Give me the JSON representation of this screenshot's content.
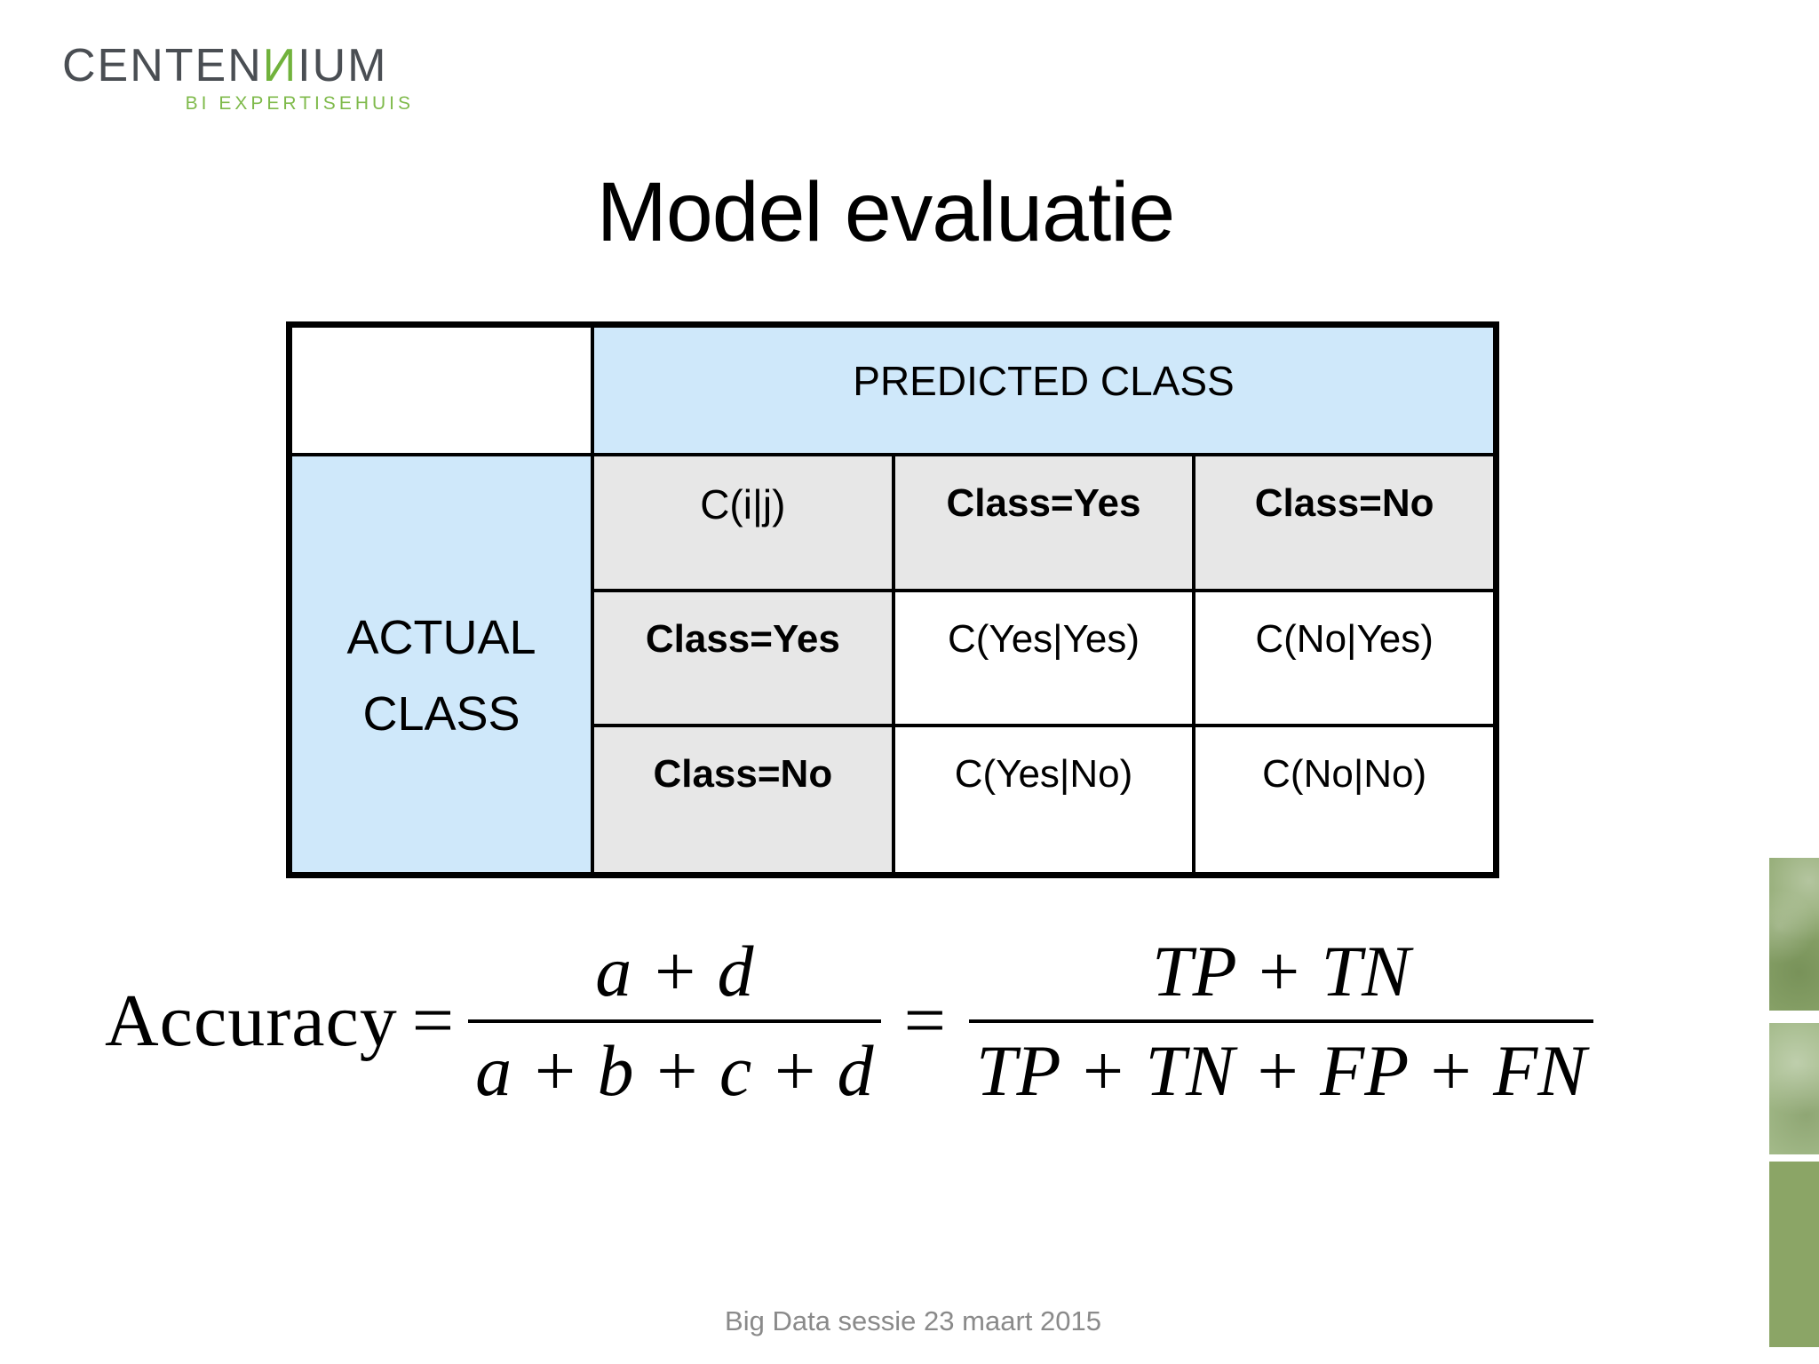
{
  "logo": {
    "brand_prefix": "CENTEN",
    "brand_reversed_n": "И",
    "brand_suffix": "IUM",
    "tagline": "BI EXPERTISEHUIS",
    "brand_color": "#4a4e53",
    "accent_green": "#71b23c",
    "tagline_green": "#7fba4b"
  },
  "title": "Model evaluatie",
  "table": {
    "predicted_header": "PREDICTED CLASS",
    "actual_header_line1": "ACTUAL",
    "actual_header_line2": "CLASS",
    "corner_label": "C(i|j)",
    "col_headers": [
      "Class=Yes",
      "Class=No"
    ],
    "rows": [
      {
        "header": "Class=Yes",
        "cells": [
          "C(Yes|Yes)",
          "C(No|Yes)"
        ]
      },
      {
        "header": "Class=No",
        "cells": [
          "C(Yes|No)",
          "C(No|No)"
        ]
      }
    ],
    "colors": {
      "header_blue": "#cfe8fa",
      "label_gray": "#e7e7e7",
      "border": "#000000"
    }
  },
  "formula": {
    "lhs": "Accuracy",
    "eq1": "=",
    "frac1": {
      "numerator": "a + d",
      "denominator": "a + b + c + d"
    },
    "eq2": "=",
    "frac2": {
      "numerator": "TP + TN",
      "denominator": "TP + TN + FP + FN"
    }
  },
  "footer": "Big Data sessie 23 maart 2015"
}
